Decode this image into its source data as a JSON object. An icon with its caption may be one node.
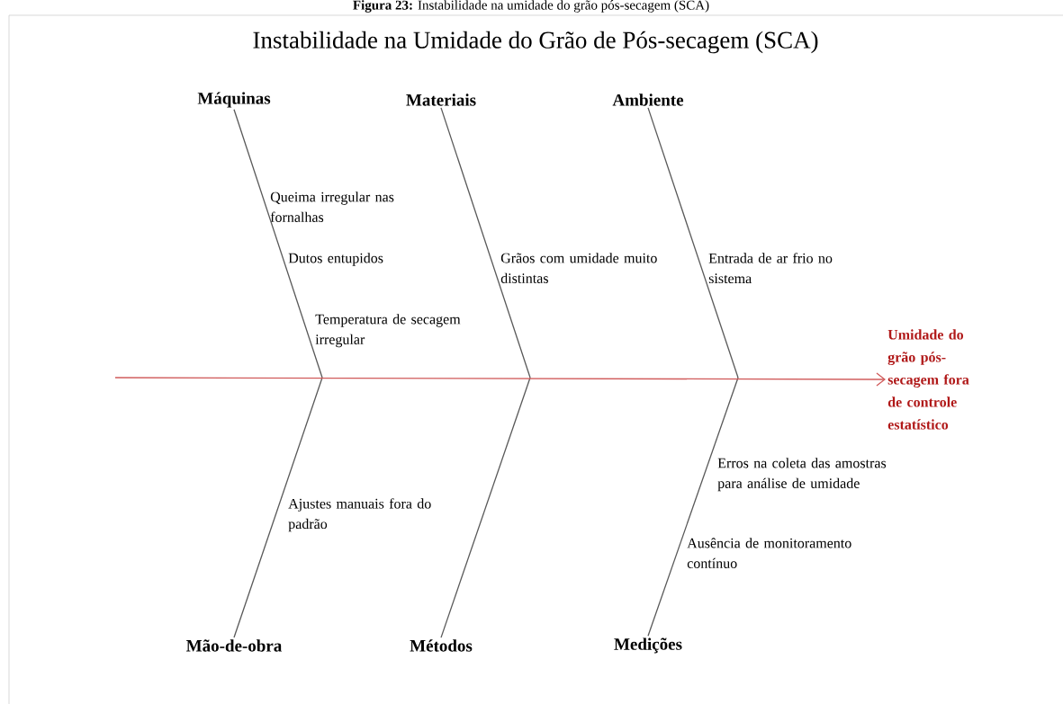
{
  "diagram": {
    "title": "Instabilidade na Umidade do Grão de Pós-secagem (SCA)",
    "caption": "**Figura 23:** Instabilidade na umidade do grão pós-secagem (SCA)",
    "nodes": [
      {
        "text": [
          "Máquinas"
        ]
      },
      {
        "text": [
          "Materiais"
        ]
      },
      {
        "text": [
          "Ambiente"
        ]
      },
      {
        "text": [
          "Mão-de-obra"
        ]
      },
      {
        "text": [
          "Métodos"
        ]
      },
      {
        "text": [
          "Medições"
        ]
      },
      {
        "text": [
          "Umidade do grão pós-secagem fora de controle estatístico"
        ]
      }
    ],
    "edges": [
      {
        "from": 0,
        "to": null,
        "arrow": "none"
      },
      {
        "from": 1,
        "to": null,
        "arrow": "none"
      },
      {
        "from": 2,
        "to": null,
        "arrow": "none"
      },
      {
        "from": 3,
        "to": null,
        "arrow": "none"
      },
      {
        "from": 4,
        "to": null,
        "arrow": "none"
      },
      {
        "from": 5,
        "to": null,
        "arrow": "none"
      },
      {
        "from": null,
        "to": 6,
        "arrow": "to",
        "color": "#d05a5a"
      }
    ],
    "labels": [
      "Queima irregular nas fornalhas",
      "Dutos entupidos",
      "Temperatura de secagem irregular",
      "Grãos com umidade muito distintas",
      "Entrada de ar frio no sistema",
      "Ajustes manuais fora do padrão",
      "Erros na coleta das amostras para análise de umidade",
      "Ausência de monitoramento contínuo"
    ]
  }
}
